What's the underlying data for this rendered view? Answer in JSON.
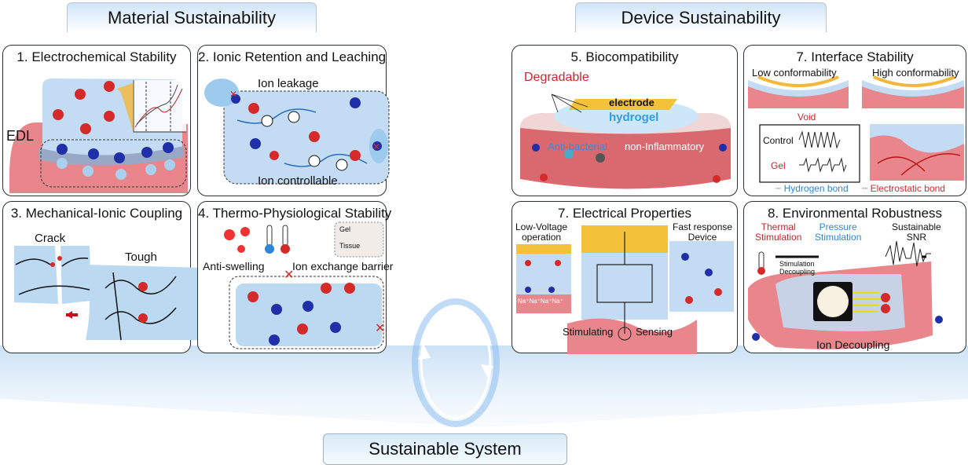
{
  "headers": {
    "material": "Material Sustainability",
    "device": "Device Sustainability"
  },
  "footer": "Sustainable System",
  "panels": {
    "p1": {
      "title": "1. Electrochemical Stability",
      "labels": {
        "edl": "EDL"
      }
    },
    "p2": {
      "title": "2. Ionic Retention and Leaching",
      "labels": {
        "leak": "Ion leakage",
        "control": "Ion controllable"
      }
    },
    "p3": {
      "title": "3. Mechanical-Ionic Coupling",
      "labels": {
        "crack": "Crack",
        "tough": "Tough"
      }
    },
    "p4": {
      "title": "4. Thermo-Physiological Stability",
      "labels": {
        "swelling": "Anti-swelling",
        "barrier": "Ion exchange barrier",
        "gel": "Gel",
        "tissue": "Tissue"
      }
    },
    "p5": {
      "title": "5. Biocompatibility",
      "labels": {
        "degradable": "Degradable",
        "electrode": "electrode",
        "hydrogel": "hydrogel",
        "antibacterial": "Anti-bacterial",
        "noninflammatory": "non-Inflammatory"
      }
    },
    "p6": {
      "title": "7. Interface Stability",
      "labels": {
        "low": "Low conformability",
        "high": "High conformability",
        "void": "Void",
        "control": "Control",
        "gel": "Gel",
        "hbond": "Hydrogen bond",
        "ebond": "Electrostatic bond"
      }
    },
    "p7": {
      "title": "7. Electrical Properties",
      "labels": {
        "lowv1": "Low-Voltage",
        "lowv2": "operation",
        "fast1": "Fast response",
        "fast2": "Device",
        "stim": "Stimulating",
        "sense": "Sensing",
        "na": "Na⁺Na⁺Na⁺Na⁺"
      }
    },
    "p8": {
      "title": "8. Environmental Robustness",
      "labels": {
        "thermal1": "Thermal",
        "thermal2": "Stimulation",
        "pressure1": "Pressure",
        "pressure2": "Stimulation",
        "decoup1": "Stimulation",
        "decoup2": "Decoupling",
        "snr1": "Sustainable",
        "snr2": "SNR",
        "iondec": "Ion Decoupling"
      }
    }
  },
  "colors": {
    "cation": "#d42a2a",
    "anion": "#1f2fa8",
    "gel": "#bcd9f2",
    "tissue": "#e8868c",
    "electrode": "#f3b83a",
    "accent_blue": "#2f86d6",
    "accent_red": "#d32b2b"
  }
}
